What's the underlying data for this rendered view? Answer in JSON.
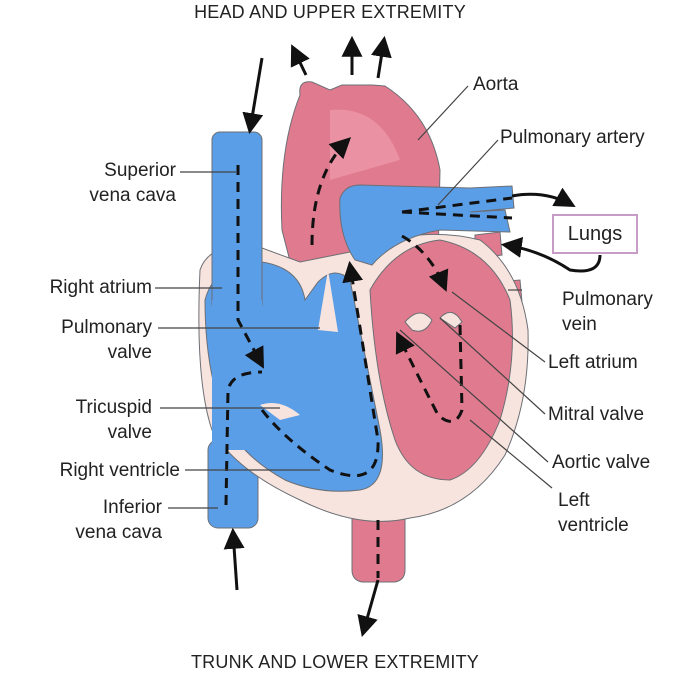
{
  "captions": {
    "top": "HEAD AND UPPER EXTREMITY",
    "bottom": "TRUNK AND LOWER EXTREMITY"
  },
  "labels": {
    "aorta": "Aorta",
    "pulmonary_artery": "Pulmonary artery",
    "lungs": "Lungs",
    "pulmonary_vein": "Pulmonary\nvein",
    "left_atrium": "Left atrium",
    "mitral_valve": "Mitral valve",
    "aortic_valve": "Aortic valve",
    "left_ventricle": "Left\nventricle",
    "superior_vena_cava": "Superior\nvena cava",
    "right_atrium": "Right atrium",
    "pulmonary_valve": "Pulmonary\nvalve",
    "tricuspid_valve": "Tricuspid\nvalve",
    "right_ventricle": "Right ventricle",
    "inferior_vena_cava": "Inferior\nvena cava"
  },
  "colors": {
    "deoxygenated_blue": "#5b9ee8",
    "oxygenated_red": "#e07a8e",
    "wall_light": "#f8e4de",
    "outline": "#6c6f75",
    "lungs_border": "#c99cc8"
  }
}
